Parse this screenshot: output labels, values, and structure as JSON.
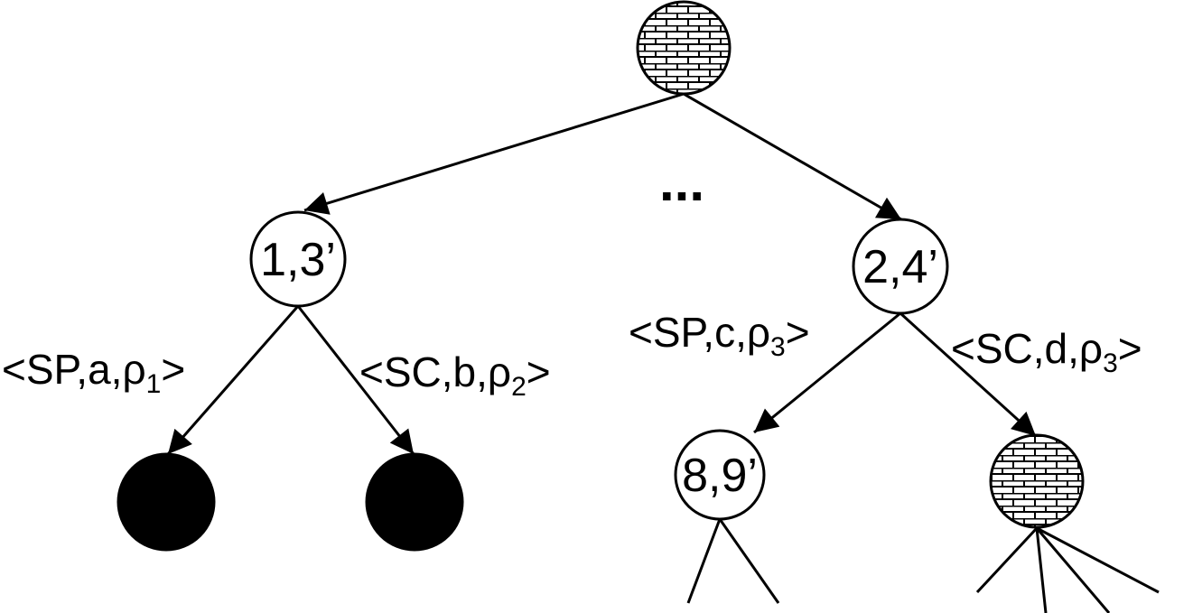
{
  "diagram": {
    "nodes": {
      "root": {
        "style": "brick"
      },
      "left": {
        "label": "1,3’"
      },
      "right": {
        "label": "2,4’"
      },
      "leaf_a": {
        "style": "solid-black"
      },
      "leaf_b": {
        "style": "solid-black"
      },
      "leaf_c": {
        "label": "8,9’"
      },
      "leaf_d": {
        "style": "brick"
      }
    },
    "ellipsis": "...",
    "edges": {
      "e_a": {
        "open": "<SP,a,",
        "rho": "ρ",
        "sub": "1",
        "close": ">"
      },
      "e_b": {
        "open": "<SC,b,",
        "rho": "ρ",
        "sub": "2",
        "close": ">"
      },
      "e_c": {
        "open": "<SP,c,",
        "rho": "ρ",
        "sub": "3",
        "close": ">"
      },
      "e_d": {
        "open": "<SC,d,",
        "rho": "ρ",
        "sub": "3",
        "close": ">"
      }
    },
    "colors": {
      "stroke": "#000000",
      "fill_black": "#000000",
      "fill_white": "#ffffff"
    }
  }
}
